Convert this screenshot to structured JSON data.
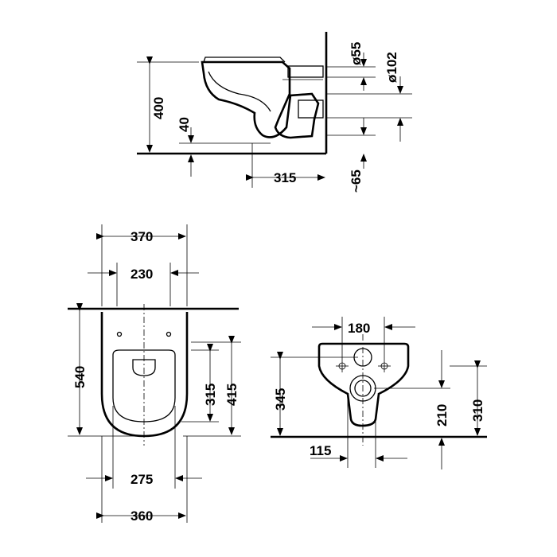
{
  "side_view": {
    "height_400": "400",
    "height_40": "40",
    "depth_315": "315",
    "dia_55": "ø55",
    "dia_102": "ø102",
    "approx_65": "~65"
  },
  "top_view": {
    "width_370": "370",
    "width_230": "230",
    "length_540": "540",
    "length_315": "315",
    "length_415": "415",
    "width_275": "275",
    "width_360": "360"
  },
  "rear_view": {
    "width_180": "180",
    "height_345": "345",
    "height_210": "210",
    "height_310": "310",
    "offset_115": "115"
  }
}
